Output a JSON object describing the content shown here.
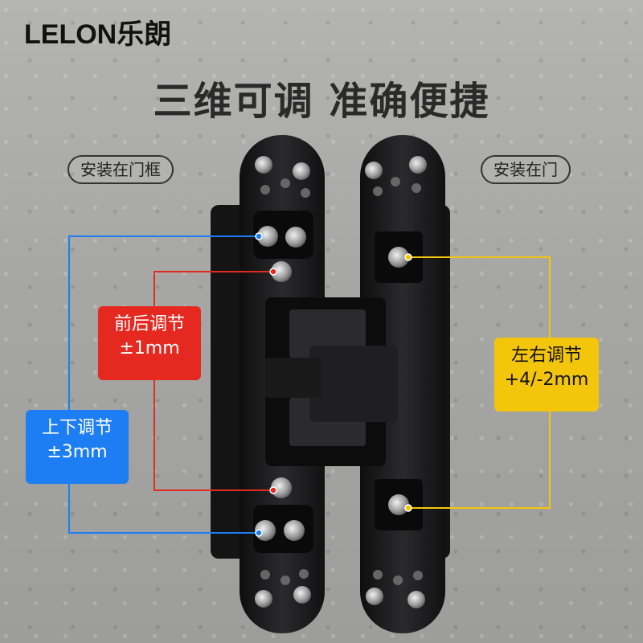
{
  "brand": {
    "logo_text": "LELON乐朗"
  },
  "headline": "三维可调 准确便捷",
  "pills": {
    "left": "安装在门框",
    "right": "安装在门"
  },
  "labels": {
    "front_back": {
      "title": "前后调节",
      "value": "±1mm",
      "color": "#e52920"
    },
    "up_down": {
      "title": "上下调节",
      "value": "±3mm",
      "color": "#1d7df2"
    },
    "left_right": {
      "title": "左右调节",
      "value": "+4/-2mm",
      "color": "#f4c60b"
    }
  },
  "product": "black concealed 3D adjustable hinge",
  "colors": {
    "hinge": "#1b1b1c",
    "headline": "#2a2a2a"
  }
}
